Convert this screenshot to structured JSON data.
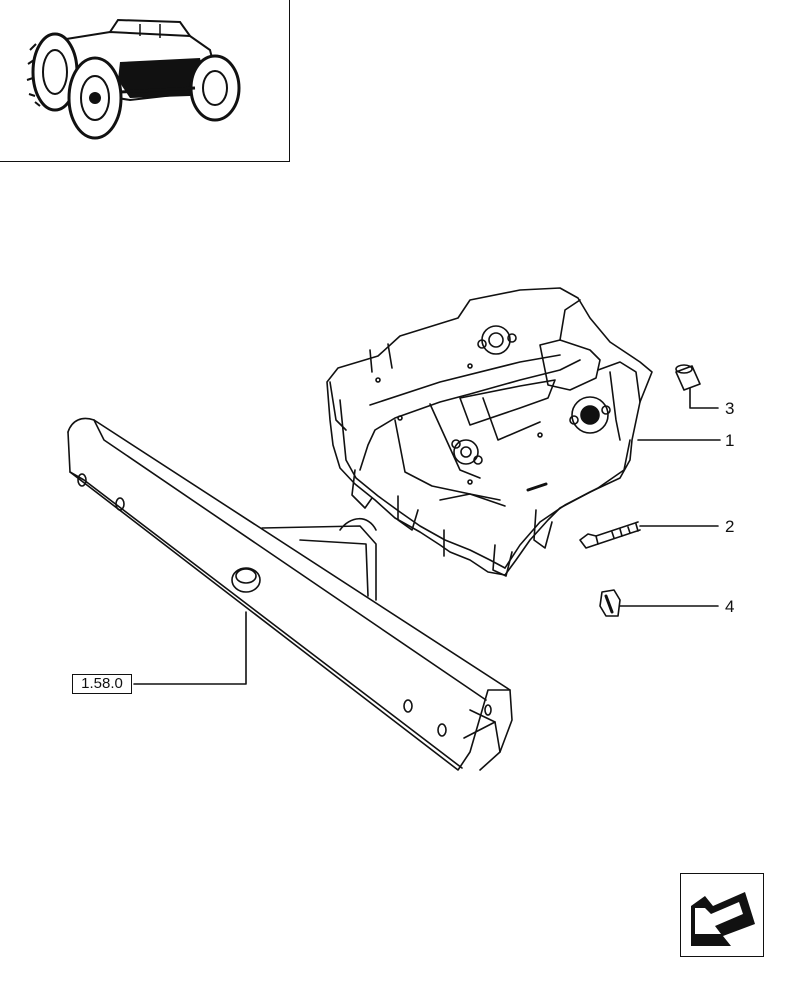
{
  "callouts": {
    "part_1": "1",
    "part_2": "2",
    "part_3": "3",
    "part_4": "4"
  },
  "reference": {
    "label": "1.58.0"
  },
  "icons": {
    "thumbnail": "tractor-location-icon",
    "navigation": "next-page-arrow-icon"
  },
  "colors": {
    "line": "#111111",
    "background": "#ffffff"
  }
}
